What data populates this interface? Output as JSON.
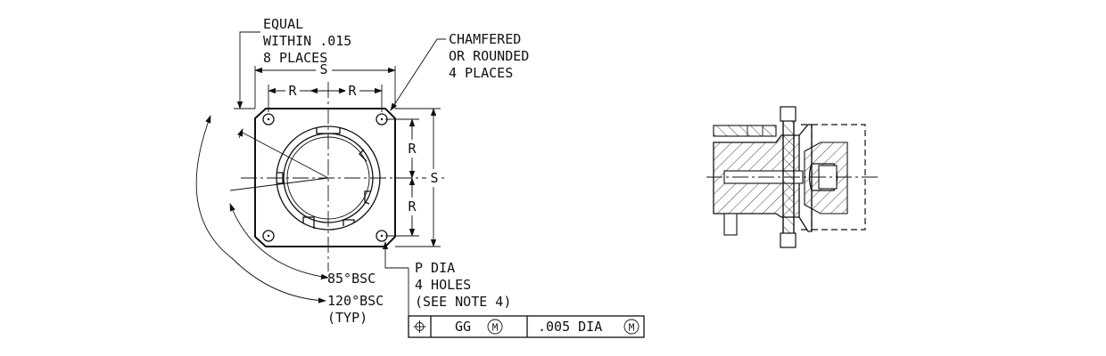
{
  "front_view": {
    "note_equal": [
      "EQUAL",
      "WITHIN .015",
      "8 PLACES"
    ],
    "note_chamfer": [
      "CHAMFERED",
      "OR ROUNDED",
      "4 PLACES"
    ],
    "dim_S_top": "S",
    "dim_R_left": "R",
    "dim_R_right": "R",
    "dim_S_side": "S",
    "dim_R_upper": "R",
    "dim_R_lower": "R",
    "angle_85": "85°BSC",
    "angle_120": [
      "120°BSC",
      "(TYP)"
    ],
    "hole_note": [
      "P DIA",
      "4 HOLES",
      "(SEE NOTE 4)"
    ]
  },
  "feature_control_frame": {
    "symbol": "position-icon",
    "datum": "GG",
    "datum_modifier": "M",
    "tolerance": ".005 DIA",
    "tolerance_modifier": "M"
  },
  "side_view": {}
}
